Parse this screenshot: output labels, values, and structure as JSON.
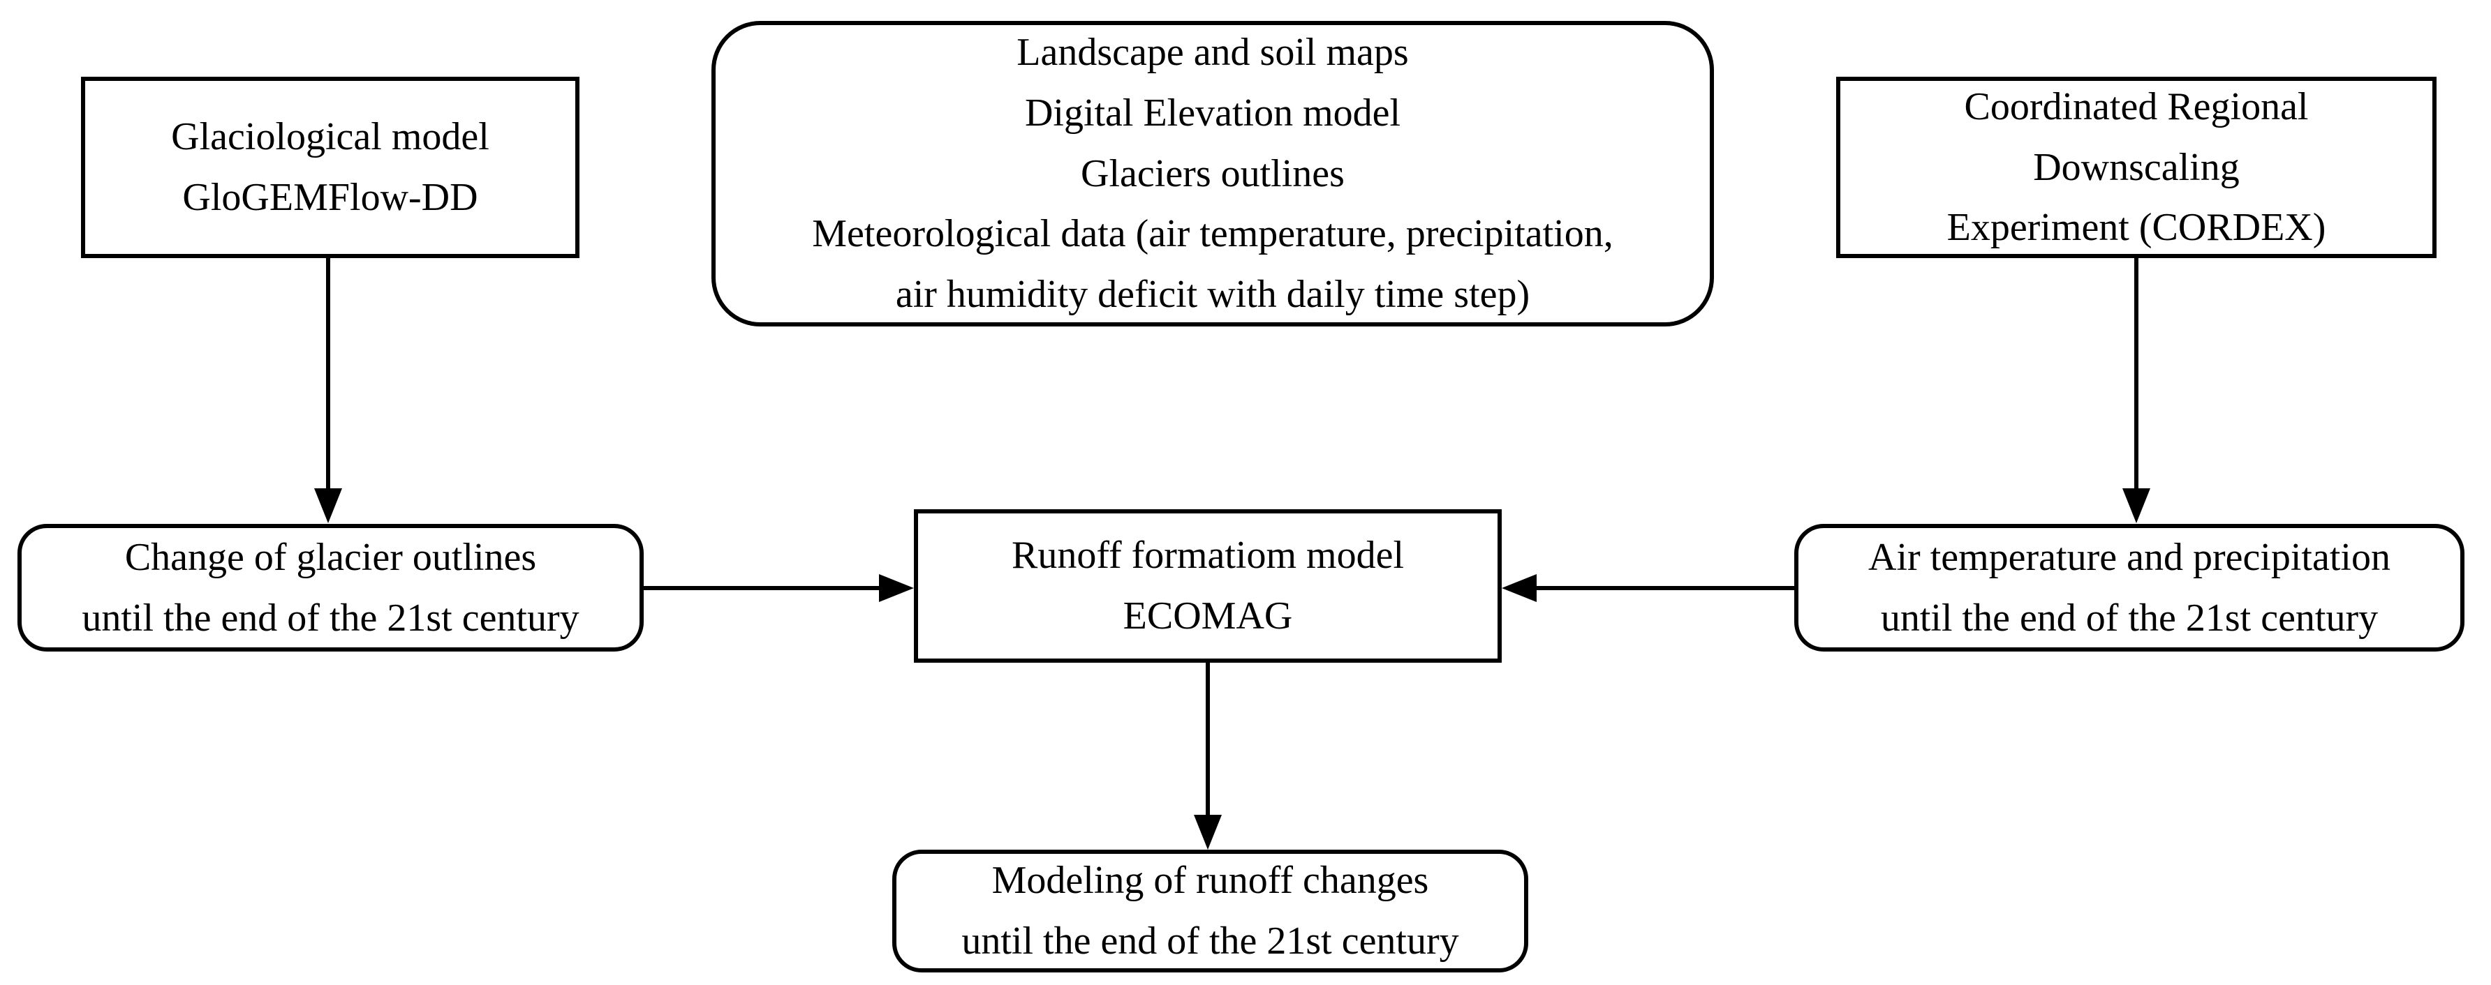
{
  "diagram": {
    "title": "Runoff modeling workflow diagram",
    "colors": {
      "background": "#ffffff",
      "box_fill": "#ffffff",
      "box_border": "#000000",
      "text": "#000000",
      "arrow": "#000000"
    },
    "boxes": {
      "glaciological_model": {
        "shape": "rectangle",
        "text": "Glaciological model\nGloGEMFlow-DD"
      },
      "input_data": {
        "shape": "rounded-rectangle",
        "text": "Landscape and soil maps\nDigital Elevation model\nGlaciers outlines\nMeteorological data (air temperature, precipitation,\nair humidity deficit with daily time step)"
      },
      "cordex": {
        "shape": "rectangle",
        "text": "Coordinated Regional\nDownscaling\nExperiment (CORDEX)"
      },
      "glacier_outline_change": {
        "shape": "rounded-rectangle",
        "text": "Change of glacier outlines\nuntil the end of the 21st century"
      },
      "runoff_formation_model": {
        "shape": "rectangle",
        "text": "Runoff formatiom model\nECOMAG"
      },
      "air_temperature_precipitation": {
        "shape": "rounded-rectangle",
        "text": "Air temperature and precipitation\nuntil the end of the 21st century"
      },
      "runoff_modeling": {
        "shape": "rounded-rectangle",
        "text": "Modeling of runoff changes\nuntil the end of the 21st century"
      }
    },
    "edges": [
      {
        "from": "glaciological_model",
        "to": "glacier_outline_change",
        "direction": "down"
      },
      {
        "from": "cordex",
        "to": "air_temperature_precipitation",
        "direction": "down"
      },
      {
        "from": "glacier_outline_change",
        "to": "runoff_formation_model",
        "direction": "right"
      },
      {
        "from": "air_temperature_precipitation",
        "to": "runoff_formation_model",
        "direction": "left"
      },
      {
        "from": "runoff_formation_model",
        "to": "runoff_modeling",
        "direction": "down"
      }
    ]
  }
}
